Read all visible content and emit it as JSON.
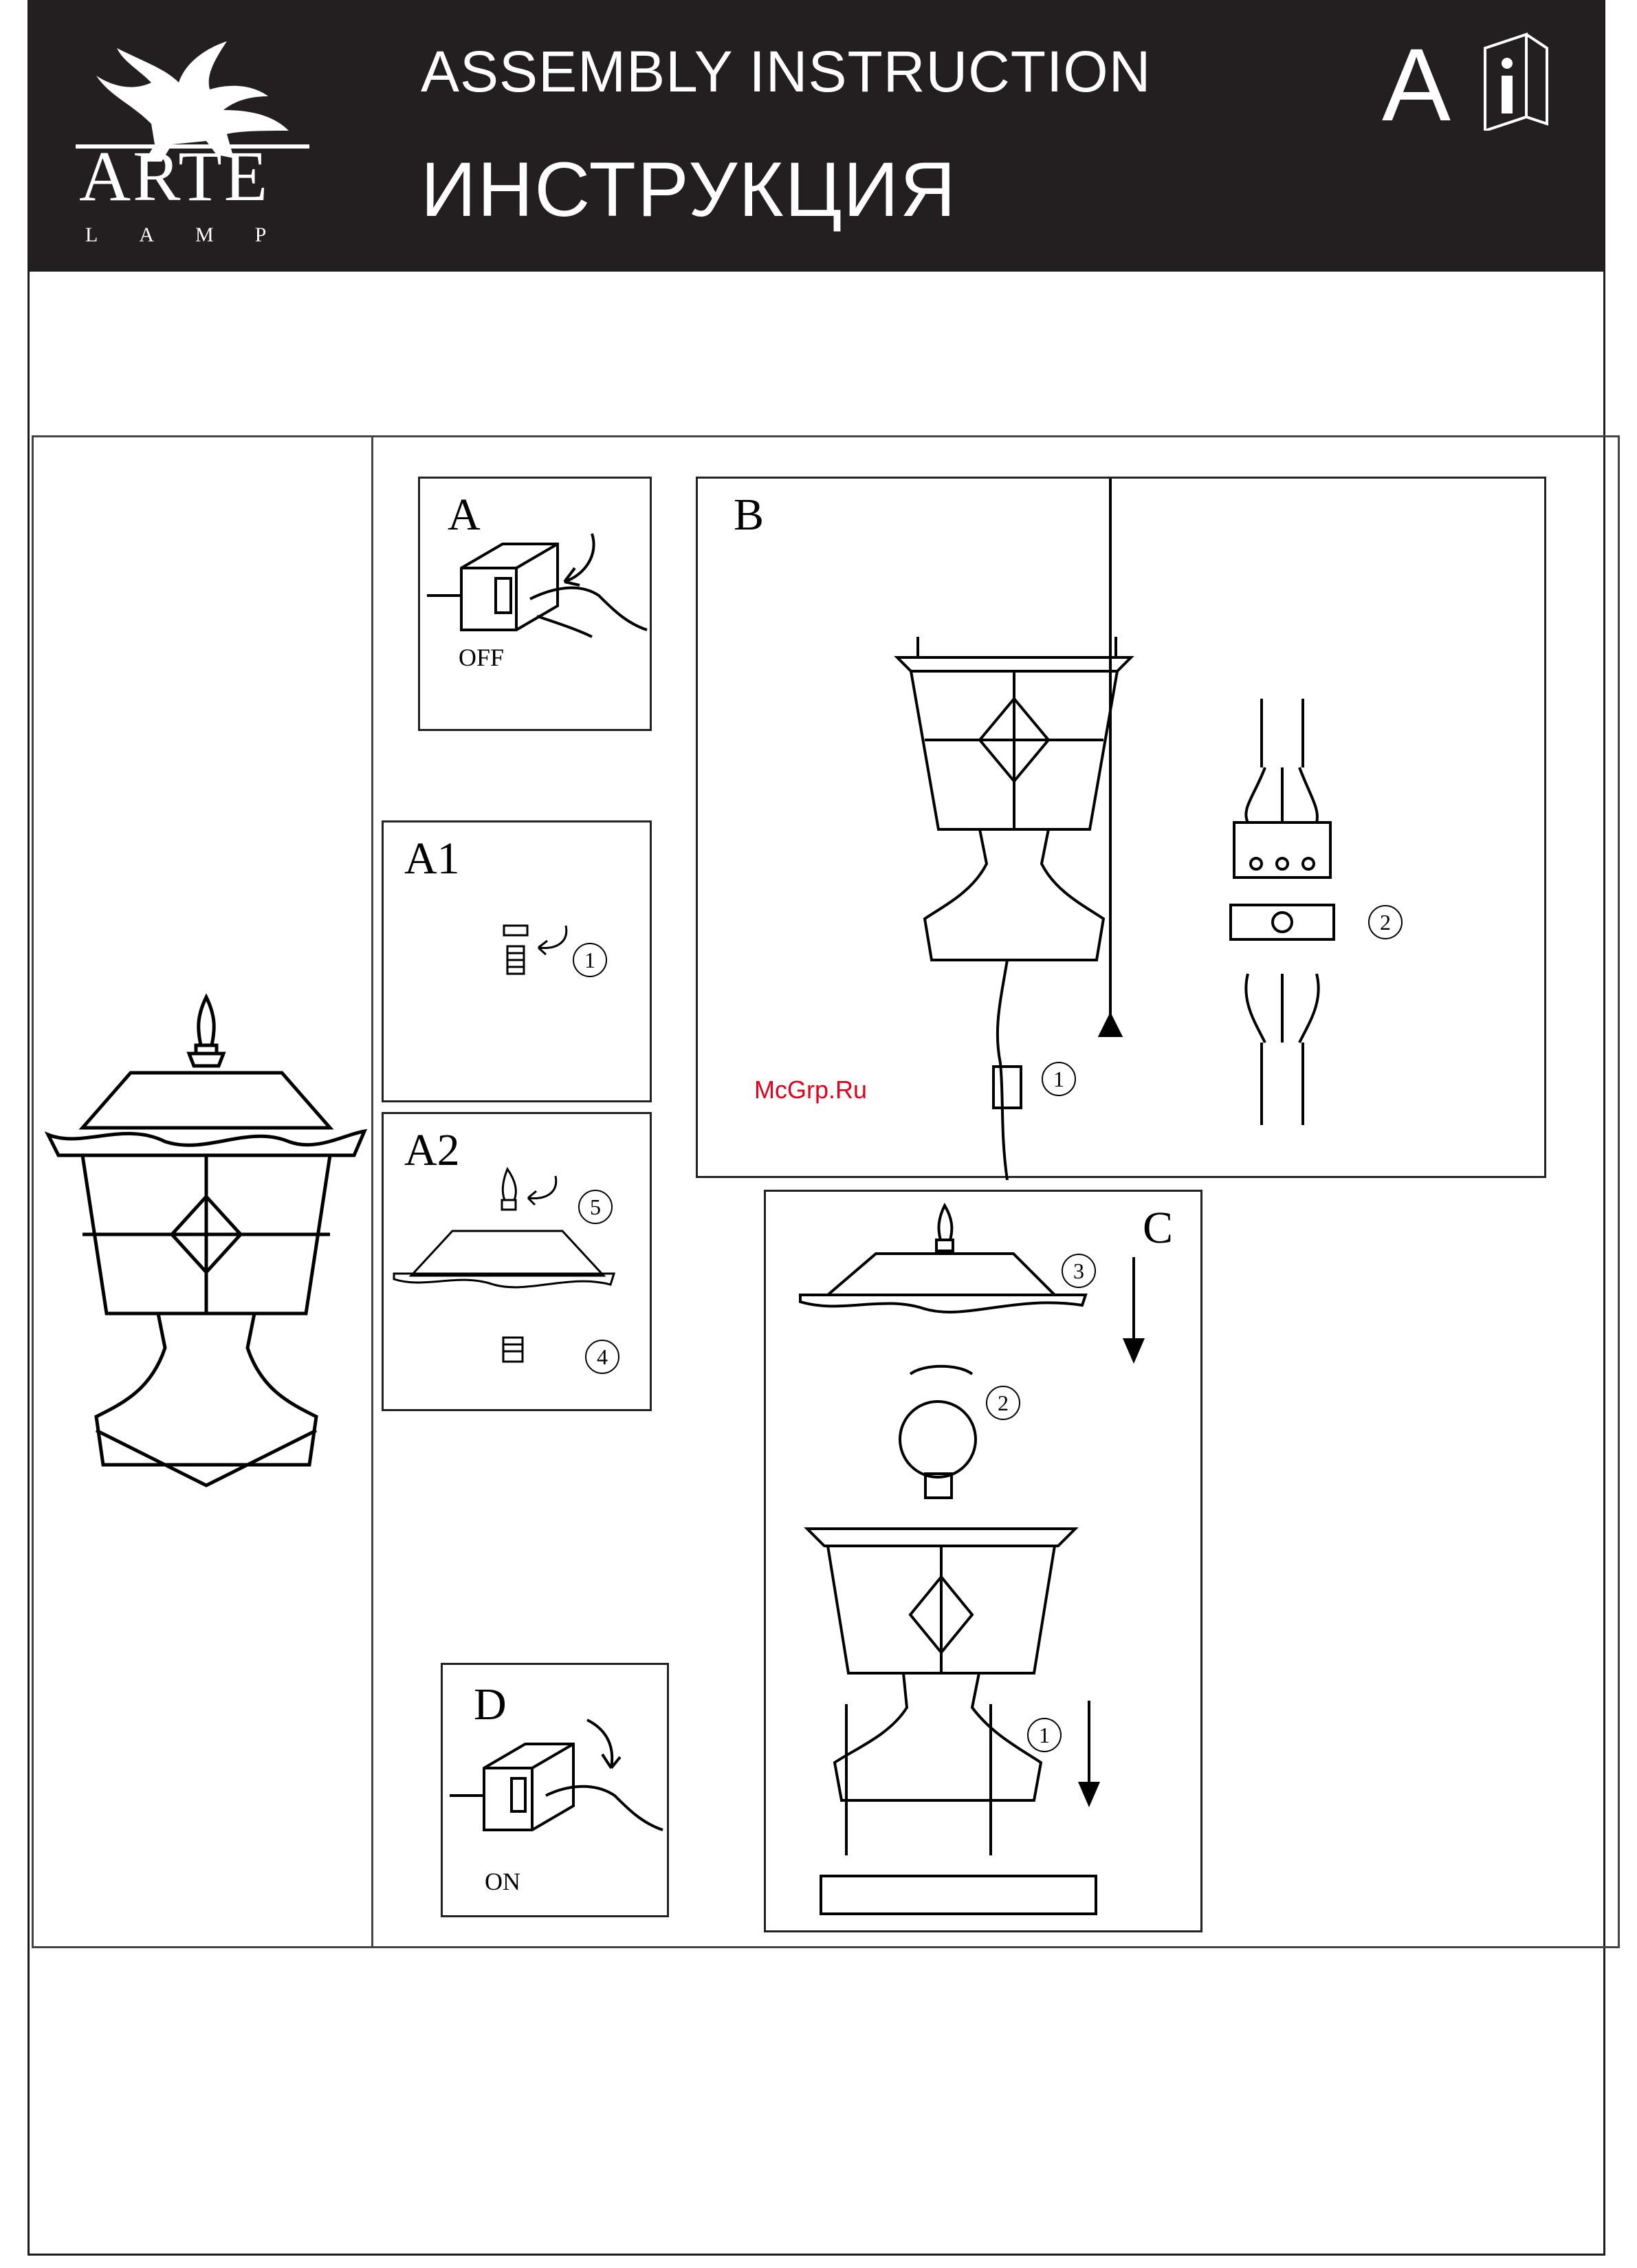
{
  "header": {
    "brand": "ARTE",
    "brand_sub": "LAMP",
    "title_en": "ASSEMBLY INSTRUCTION",
    "title_ru": "ИНСТРУКЦИЯ",
    "language_letter": "A",
    "info_icon": "manual-info-icon",
    "background_color": "#231f20"
  },
  "steps": {
    "a": {
      "label": "A",
      "state": "OFF"
    },
    "a1": {
      "label": "A1",
      "num1": "1"
    },
    "a2": {
      "label": "A2",
      "num5": "5",
      "num4": "4"
    },
    "b": {
      "label": "B",
      "num1": "1",
      "num2": "2"
    },
    "c": {
      "label": "C",
      "num3": "3",
      "num2": "2",
      "num1": "1"
    },
    "d": {
      "label": "D",
      "state": "ON"
    }
  },
  "watermark": "McGrp.Ru",
  "watermark_color": "#e2001a"
}
